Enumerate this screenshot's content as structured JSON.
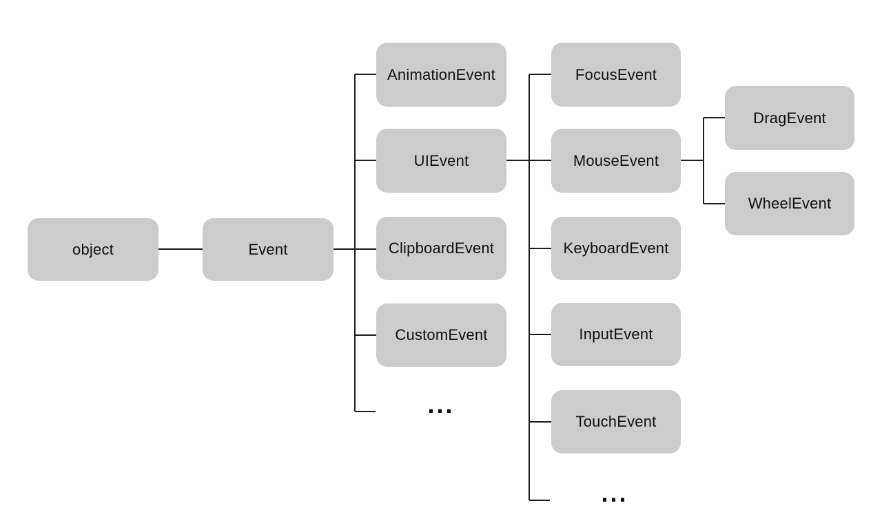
{
  "diagram": {
    "type": "hierarchy-tree",
    "nodes": {
      "object": {
        "label": "object"
      },
      "event": {
        "label": "Event"
      },
      "animation_event": {
        "label": "AnimationEvent"
      },
      "ui_event": {
        "label": "UIEvent"
      },
      "clipboard_event": {
        "label": "ClipboardEvent"
      },
      "custom_event": {
        "label": "CustomEvent"
      },
      "event_more": {
        "label": "..."
      },
      "focus_event": {
        "label": "FocusEvent"
      },
      "mouse_event": {
        "label": "MouseEvent"
      },
      "keyboard_event": {
        "label": "KeyboardEvent"
      },
      "input_event": {
        "label": "InputEvent"
      },
      "touch_event": {
        "label": "TouchEvent"
      },
      "ui_more": {
        "label": "..."
      },
      "drag_event": {
        "label": "DragEvent"
      },
      "wheel_event": {
        "label": "WheelEvent"
      }
    },
    "edges": [
      [
        "object",
        "Event"
      ],
      [
        "Event",
        "AnimationEvent"
      ],
      [
        "Event",
        "UIEvent"
      ],
      [
        "Event",
        "ClipboardEvent"
      ],
      [
        "Event",
        "CustomEvent"
      ],
      [
        "Event",
        "..."
      ],
      [
        "UIEvent",
        "FocusEvent"
      ],
      [
        "UIEvent",
        "MouseEvent"
      ],
      [
        "UIEvent",
        "KeyboardEvent"
      ],
      [
        "UIEvent",
        "InputEvent"
      ],
      [
        "UIEvent",
        "TouchEvent"
      ],
      [
        "UIEvent",
        "..."
      ],
      [
        "MouseEvent",
        "DragEvent"
      ],
      [
        "MouseEvent",
        "WheelEvent"
      ]
    ],
    "colors": {
      "node_fill": "#cccccc",
      "line": "#1c1c1c",
      "text": "#111111",
      "background": "#ffffff"
    }
  }
}
